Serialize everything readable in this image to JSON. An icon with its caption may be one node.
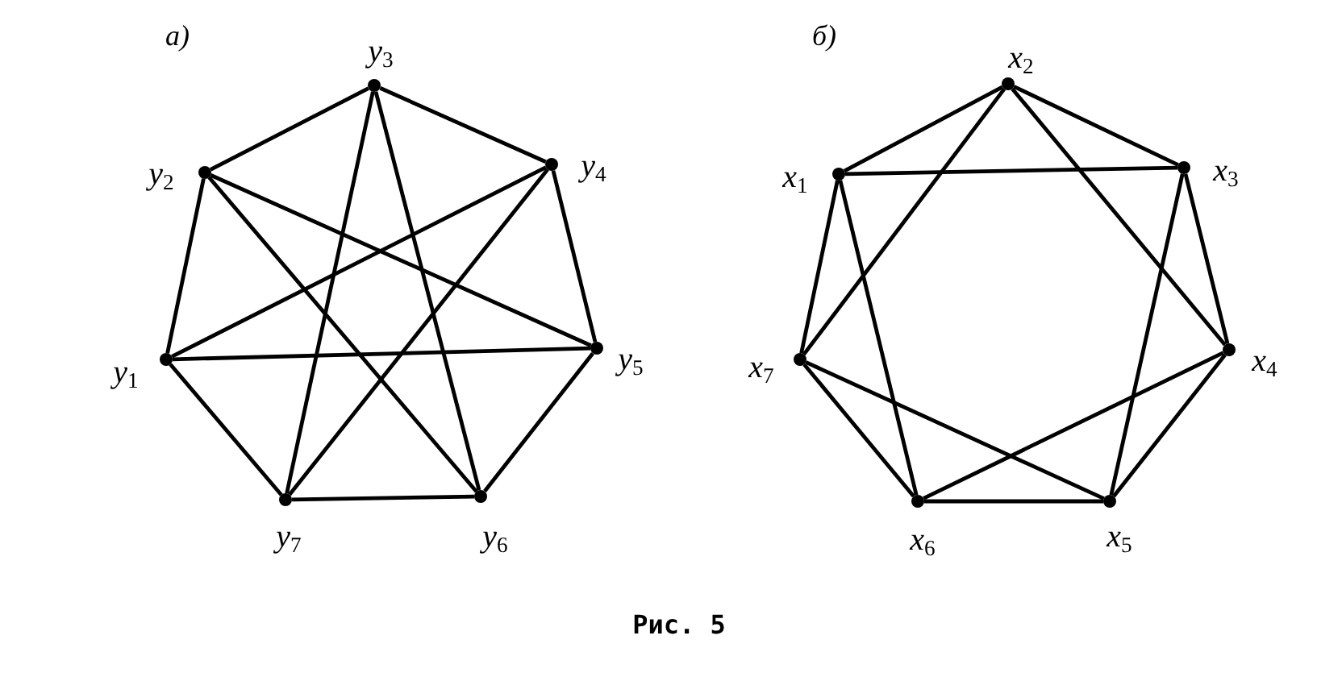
{
  "diagram": {
    "caption": "Рис. 5",
    "nodes": [
      {
        "text": [],
        "shape": "circle",
        "beside": [
          "y$_{3}$"
        ]
      },
      {
        "text": [],
        "shape": "circle",
        "beside": [
          "y$_{2}$"
        ]
      },
      {
        "text": [],
        "shape": "circle",
        "beside": [
          "y$_{4}$"
        ]
      },
      {
        "text": [],
        "shape": "circle",
        "beside": [
          "y$_{1}$"
        ]
      },
      {
        "text": [],
        "shape": "circle",
        "beside": [
          "y$_{5}$"
        ]
      },
      {
        "text": [],
        "shape": "circle",
        "beside": [
          "y$_{7}$"
        ]
      },
      {
        "text": [],
        "shape": "circle",
        "beside": [
          "y$_{6}$"
        ]
      },
      {
        "text": [],
        "shape": "circle",
        "beside": [
          "x$_{2}$"
        ]
      },
      {
        "text": [],
        "shape": "circle",
        "beside": [
          "x$_{1}$"
        ]
      },
      {
        "text": [],
        "shape": "circle",
        "beside": [
          "x$_{3}$"
        ]
      },
      {
        "text": [],
        "shape": "circle",
        "beside": [
          "x$_{7}$"
        ]
      },
      {
        "text": [],
        "shape": "circle",
        "beside": [
          "x$_{4}$"
        ]
      },
      {
        "text": [],
        "shape": "circle",
        "beside": [
          "x$_{6}$"
        ]
      },
      {
        "text": [],
        "shape": "circle",
        "beside": [
          "x$_{5}$"
        ]
      }
    ],
    "edges": [
      {
        "from": 0,
        "to": 1,
        "arrow": "none"
      },
      {
        "from": 0,
        "to": 2,
        "arrow": "none"
      },
      {
        "from": 1,
        "to": 3,
        "arrow": "none"
      },
      {
        "from": 2,
        "to": 4,
        "arrow": "none"
      },
      {
        "from": 3,
        "to": 5,
        "arrow": "none"
      },
      {
        "from": 4,
        "to": 6,
        "arrow": "none"
      },
      {
        "from": 5,
        "to": 6,
        "arrow": "none"
      },
      {
        "from": 0,
        "to": 5,
        "arrow": "none"
      },
      {
        "from": 0,
        "to": 6,
        "arrow": "none"
      },
      {
        "from": 1,
        "to": 4,
        "arrow": "none"
      },
      {
        "from": 1,
        "to": 6,
        "arrow": "none"
      },
      {
        "from": 2,
        "to": 3,
        "arrow": "none"
      },
      {
        "from": 2,
        "to": 5,
        "arrow": "none"
      },
      {
        "from": 3,
        "to": 4,
        "arrow": "none"
      },
      {
        "from": 7,
        "to": 8,
        "arrow": "none"
      },
      {
        "from": 7,
        "to": 9,
        "arrow": "none"
      },
      {
        "from": 8,
        "to": 10,
        "arrow": "none"
      },
      {
        "from": 9,
        "to": 11,
        "arrow": "none"
      },
      {
        "from": 10,
        "to": 12,
        "arrow": "none"
      },
      {
        "from": 11,
        "to": 13,
        "arrow": "none"
      },
      {
        "from": 12,
        "to": 13,
        "arrow": "none"
      },
      {
        "from": 8,
        "to": 9,
        "arrow": "none"
      },
      {
        "from": 7,
        "to": 10,
        "arrow": "none"
      },
      {
        "from": 7,
        "to": 11,
        "arrow": "none"
      },
      {
        "from": 8,
        "to": 12,
        "arrow": "none"
      },
      {
        "from": 9,
        "to": 13,
        "arrow": "none"
      },
      {
        "from": 10,
        "to": 13,
        "arrow": "none"
      },
      {
        "from": 11,
        "to": 12,
        "arrow": "none"
      }
    ],
    "labels": [
      "а)",
      "б)"
    ]
  }
}
